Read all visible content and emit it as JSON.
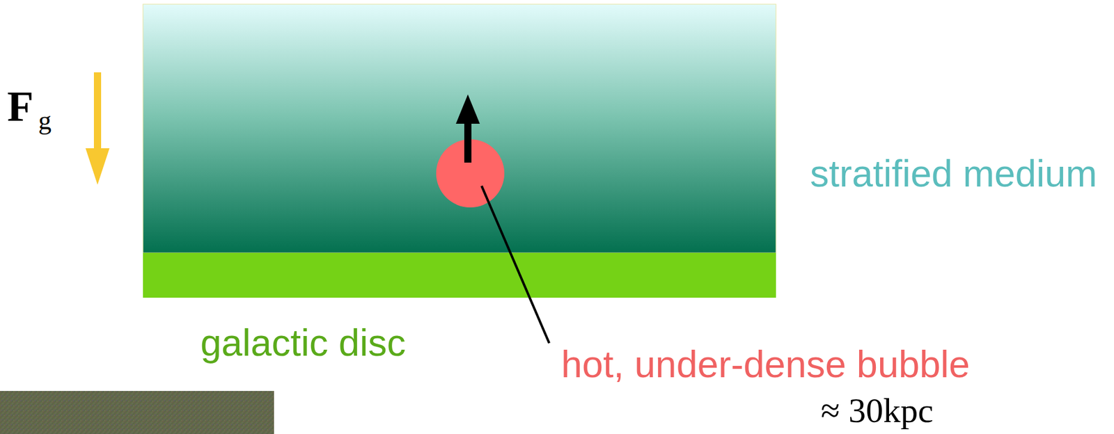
{
  "diagram": {
    "labels": [
      "F",
      "g",
      "stratified medium",
      "galactic disc",
      "hot, under-dense bubble",
      "≈ 30kpc"
    ]
  }
}
